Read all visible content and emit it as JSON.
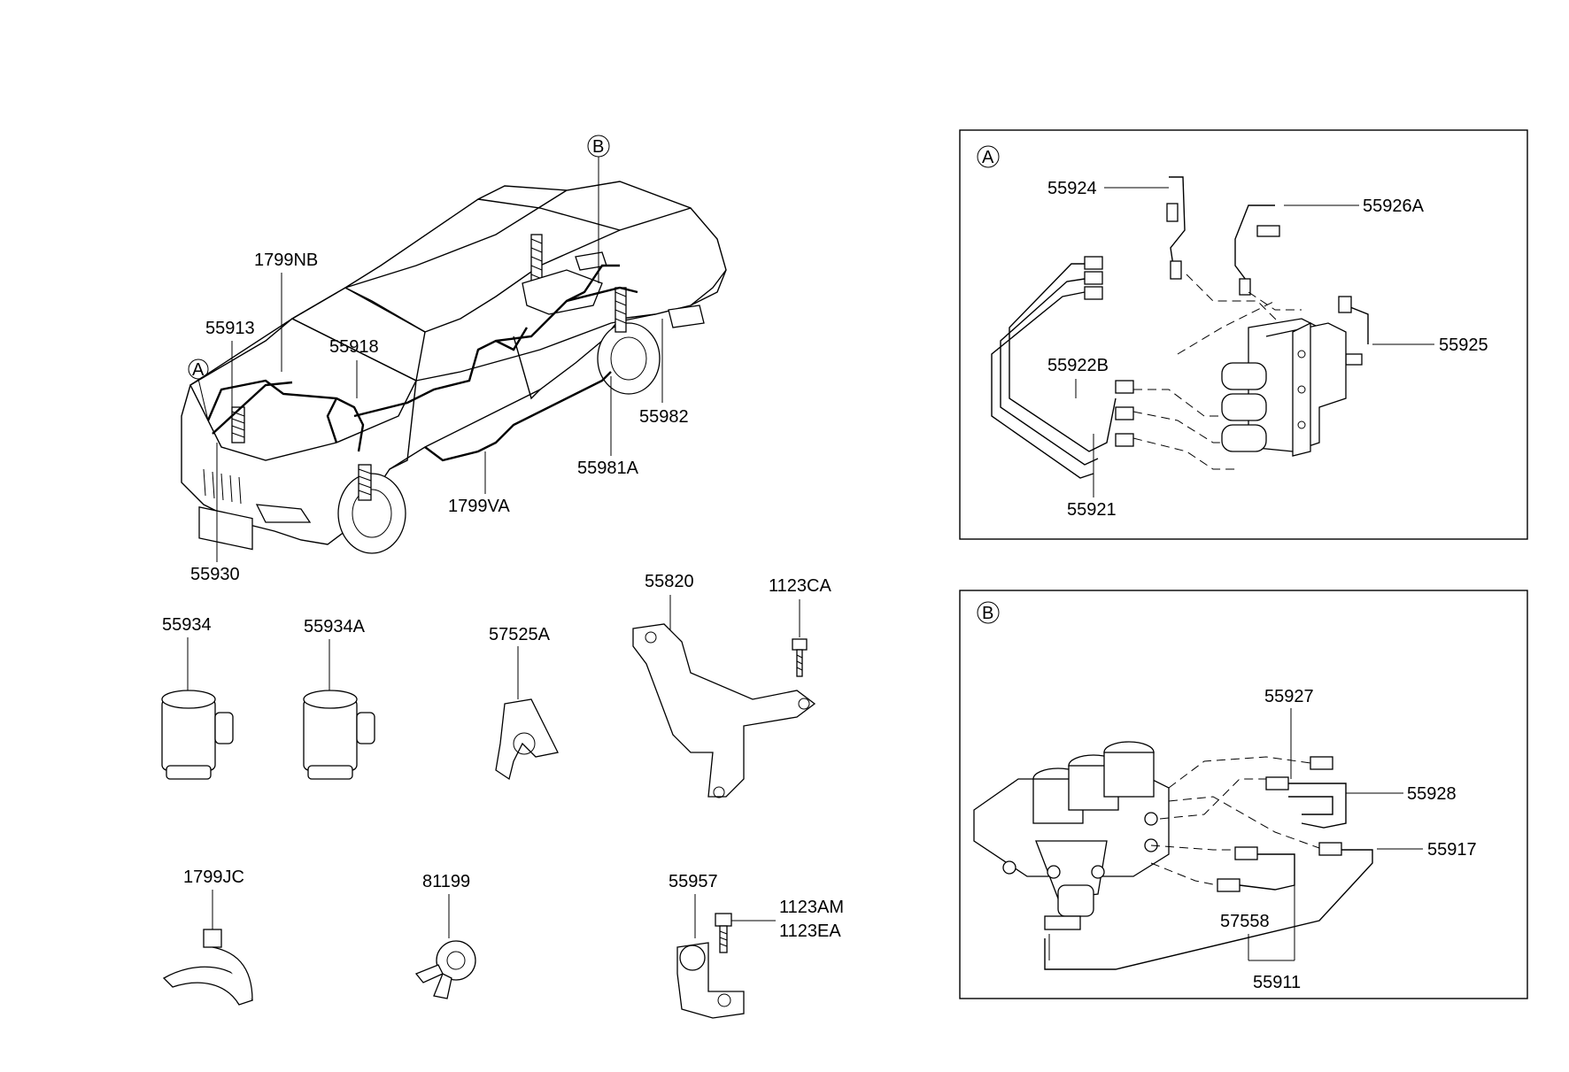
{
  "callouts": {
    "car_main": {
      "l1799NB": "1799NB",
      "l55913": "55913",
      "l55918": "55918",
      "lA": "A",
      "lB": "B",
      "l55982": "55982",
      "l55981A": "55981A",
      "l1799VA": "1799VA",
      "l55930": "55930"
    },
    "parts": {
      "l55934": "55934",
      "l55934A": "55934A",
      "l57525A": "57525A",
      "l55820": "55820",
      "l1123CA": "1123CA",
      "l1799JC": "1799JC",
      "l81199": "81199",
      "l55957": "55957",
      "l1123AM": "1123AM",
      "l1123EA": "1123EA"
    },
    "box_a": {
      "marker": "A",
      "l55924": "55924",
      "l55926A": "55926A",
      "l55925": "55925",
      "l55922B": "55922B",
      "l55921": "55921"
    },
    "box_b": {
      "marker": "B",
      "l55927": "55927",
      "l55928": "55928",
      "l55917": "55917",
      "l57558": "57558",
      "l55911": "55911"
    }
  }
}
